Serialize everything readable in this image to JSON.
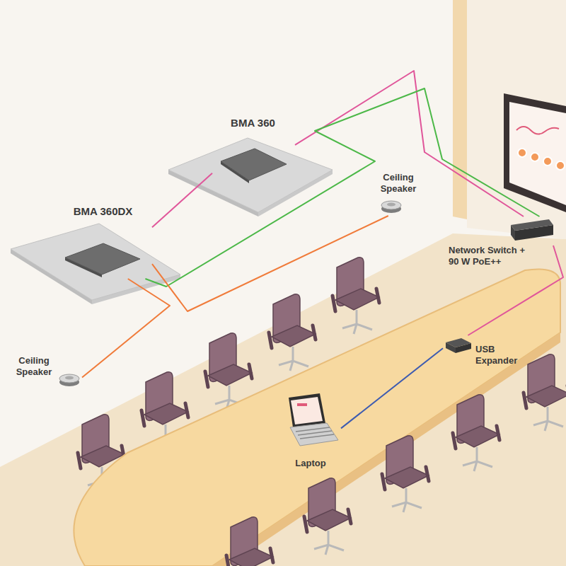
{
  "diagram": {
    "nodes": [
      {
        "text": [
          "BMA 360"
        ]
      },
      {
        "text": [
          "Ceiling Speaker"
        ]
      },
      {
        "text": [
          "BMA 360DX"
        ]
      },
      {
        "text": [
          "Network Switch + 90 W PoE++"
        ]
      },
      {
        "text": [
          "USB Expander"
        ]
      },
      {
        "text": [
          "Ceiling Speaker"
        ]
      },
      {
        "text": [
          "Laptop"
        ]
      }
    ],
    "edges": [
      {
        "from": 2,
        "to": 0,
        "arrow": "none"
      },
      {
        "from": 0,
        "to": 3,
        "arrow": "none"
      },
      {
        "from": 2,
        "to": 3,
        "arrow": "none"
      },
      {
        "from": 2,
        "to": 1,
        "arrow": "none"
      },
      {
        "from": 2,
        "to": 5,
        "arrow": "none"
      },
      {
        "from": 3,
        "to": 4,
        "arrow": "none"
      },
      {
        "from": 4,
        "to": 6,
        "arrow": "none"
      }
    ]
  }
}
